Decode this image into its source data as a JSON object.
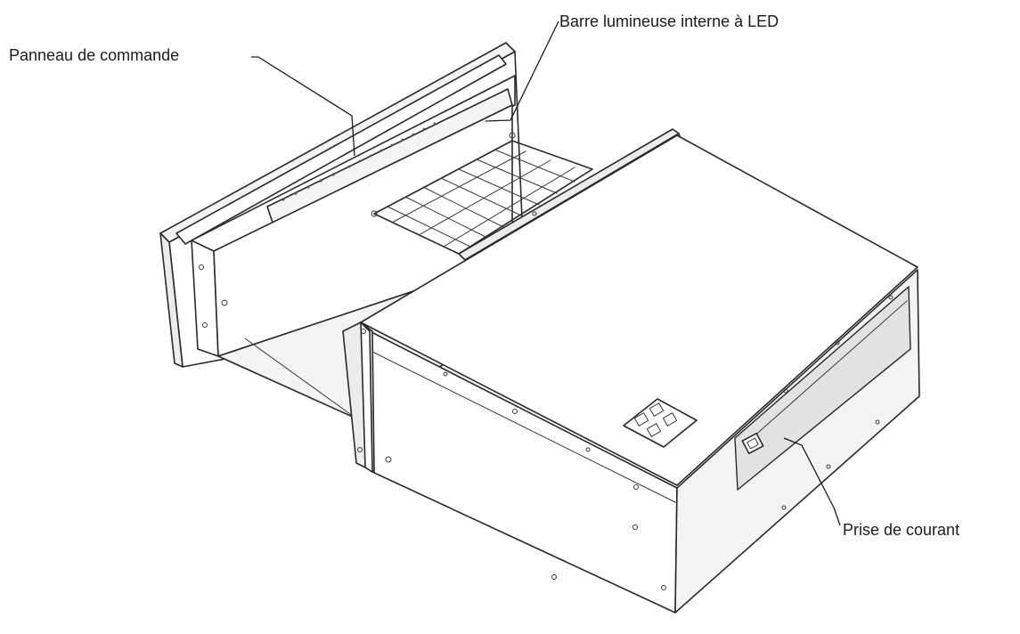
{
  "labels": {
    "control_panel": "Panneau de commande",
    "led_bar": "Barre lumineuse interne à LED",
    "power_socket": "Prise de courant"
  },
  "colors": {
    "line": "#2a2a2a",
    "background": "#ffffff",
    "text": "#1c1c1c"
  }
}
